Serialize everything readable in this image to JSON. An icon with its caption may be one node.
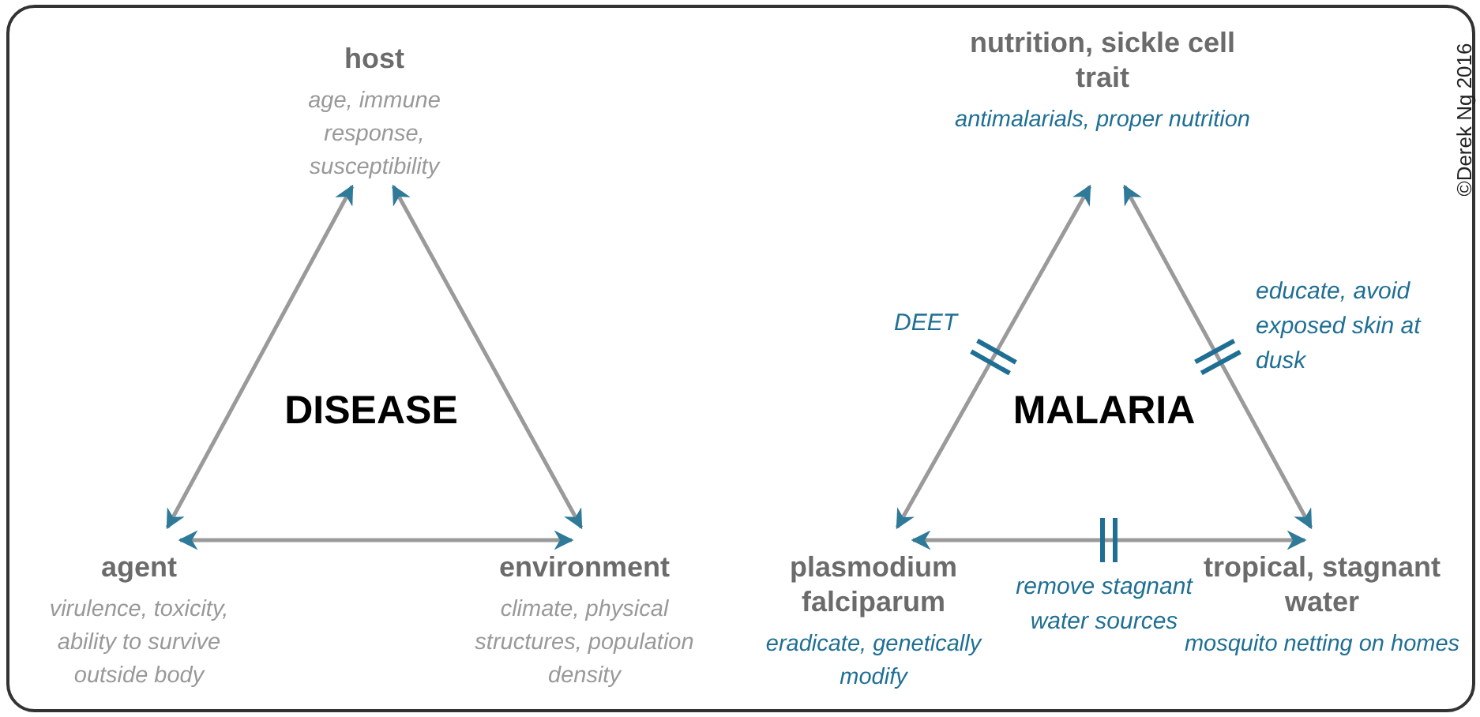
{
  "diagram": {
    "nodes": [
      {
        "text": [
          "host",
          "age, immune response, susceptibility"
        ]
      },
      {
        "text": [
          "agent",
          "virulence, toxicity, ability to survive outside body"
        ]
      },
      {
        "text": [
          "environment",
          "climate, physical structures, population density"
        ]
      },
      {
        "text": [
          "nutrition, sickle cell trait",
          "antimalarials, proper nutrition"
        ]
      },
      {
        "text": [
          "plasmodium falciparum",
          "eradicate, genetically modify"
        ]
      },
      {
        "text": [
          "tropical, stagnant water",
          "mosquito netting on homes"
        ]
      }
    ],
    "edges": [
      {
        "from": 0,
        "to": 1,
        "arrow": "both"
      },
      {
        "from": 0,
        "to": 2,
        "arrow": "both"
      },
      {
        "from": 1,
        "to": 2,
        "arrow": "both"
      },
      {
        "from": 3,
        "to": 4,
        "arrow": "both",
        "label": "DEET"
      },
      {
        "from": 3,
        "to": 5,
        "arrow": "both",
        "label": "educate, avoid exposed skin at dusk"
      },
      {
        "from": 4,
        "to": 5,
        "arrow": "both",
        "label": "remove stagnant water sources"
      }
    ],
    "labels": [
      "©Derek Ng 2016",
      "DISEASE",
      "MALARIA"
    ]
  }
}
